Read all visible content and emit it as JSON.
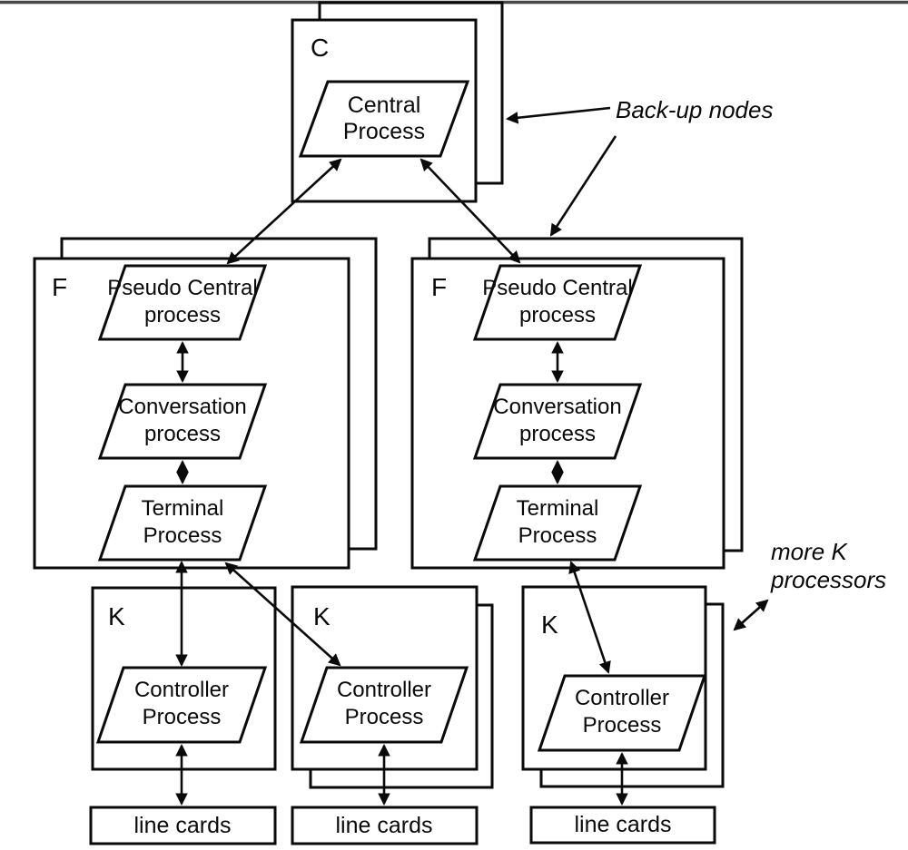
{
  "colors": {
    "ink": "#0a0a0a",
    "top_rule": "#484848",
    "paper": "#ffffff"
  },
  "central_node": {
    "tag": "C",
    "process": "Central\nProcess"
  },
  "f_nodes": [
    {
      "tag": "F",
      "pseudo_central": "Pseudo Central\nprocess",
      "conversation": "Conversation\nprocess",
      "terminal": "Terminal\nProcess"
    },
    {
      "tag": "F",
      "pseudo_central": "Pseudo Central\nprocess",
      "conversation": "Conversation\nprocess",
      "terminal": "Terminal\nProcess"
    }
  ],
  "k_nodes": [
    {
      "tag": "K",
      "controller": "Controller\nProcess",
      "line_cards": "line cards"
    },
    {
      "tag": "K",
      "controller": "Controller\nProcess",
      "line_cards": "line cards"
    },
    {
      "tag": "K",
      "controller": "Controller\nProcess",
      "line_cards": "line cards"
    }
  ],
  "annotations": {
    "backup_nodes": "Back-up nodes",
    "more_k": "more K\nprocessors"
  }
}
